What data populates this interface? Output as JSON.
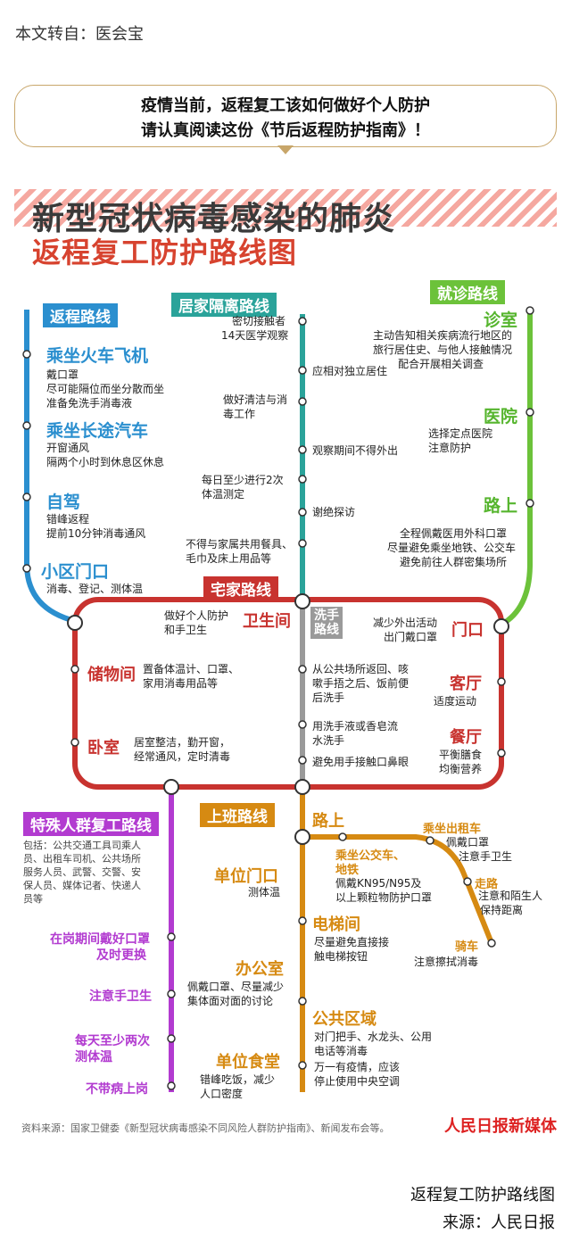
{
  "header": {
    "note": "本文转自：医会宝",
    "banner_line1": "疫情当前，返程复工该如何做好个人防护",
    "banner_line2": "请认真阅读这份《节后返程防护指南》！"
  },
  "poster": {
    "title1": "新型冠状病毒感染的肺炎",
    "title2": "返程复工防护路线图",
    "return_route": {
      "label": "返程路线",
      "stops": [
        {
          "name": "乘坐火车飞机",
          "desc": [
            "戴口罩",
            "尽可能隔位而坐分散而坐",
            "准备免洗手消毒液"
          ]
        },
        {
          "name": "乘坐长途汽车",
          "desc": [
            "开窗通风",
            "隔两个小时到休息区休息"
          ]
        },
        {
          "name": "自驾",
          "desc": [
            "错峰返程",
            "提前10分钟消毒通风"
          ]
        },
        {
          "name": "小区门口",
          "desc": [
            "消毒、登记、测体温"
          ]
        }
      ]
    },
    "isolation_route": {
      "label": "居家隔离路线",
      "left": [
        [
          "密切接触者",
          "14天医学观察"
        ],
        [
          "做好清洁与消",
          "毒工作"
        ],
        [
          "每日至少进行2次",
          "体温测定"
        ],
        [
          "不得与家属共用餐具、",
          "毛巾及床上用品等"
        ]
      ],
      "right": [
        "应相对独立居住",
        "观察期间不得外出",
        "谢绝探访"
      ]
    },
    "clinic_route": {
      "label": "就诊路线",
      "stops": [
        {
          "name": "诊室",
          "desc": [
            "主动告知相关疾病流行地区的",
            "旅行居住史、与他人接触情况",
            "配合开展相关调查"
          ]
        },
        {
          "name": "医院",
          "desc": [
            "选择定点医院",
            "注意防护"
          ]
        },
        {
          "name": "路上",
          "desc": [
            "全程佩戴医用外科口罩",
            "尽量避免乘坐地铁、公交车",
            "避免前往人群密集场所"
          ]
        }
      ]
    },
    "home_route": {
      "label": "宅家路线",
      "bathroom": "卫生间",
      "bathroom_desc": [
        "做好个人防护",
        "和手卫生"
      ],
      "storage": "储物间",
      "storage_desc": [
        "置备体温计、口罩、",
        "家用消毒用品等"
      ],
      "bedroom": "卧室",
      "bedroom_desc": [
        "居室整洁，勤开窗，",
        "经常通风，定时清毒"
      ],
      "wash_label": [
        "洗手",
        "路线"
      ],
      "wash_items": [
        [
          "从公共场所返回、咳",
          "嗽手捂之后、饭前便",
          "后洗手"
        ],
        [
          "用洗手液或香皂流",
          "水洗手"
        ],
        [
          "避免用手接触口鼻眼"
        ]
      ],
      "door": "门口",
      "door_desc": [
        "减少外出活动",
        "出门戴口罩"
      ],
      "living": "客厅",
      "living_desc": [
        "适度运动"
      ],
      "dining": "餐厅",
      "dining_desc": [
        "平衡膳食",
        "均衡营养"
      ]
    },
    "special_route": {
      "label": "特殊人群复工路线",
      "intro": [
        "包括：公共交通工具司乘人",
        "员、出租车司机、公共场所",
        "服务人员、武警、交警、安",
        "保人员、媒体记者、快递人",
        "员等"
      ],
      "items": [
        [
          "在岗期间戴好口罩",
          "及时更换"
        ],
        [
          "注意手卫生"
        ],
        [
          "每天至少两次",
          "测体温"
        ],
        [
          "不带病上岗"
        ]
      ]
    },
    "work_route": {
      "label": "上班路线",
      "left": [
        {
          "name": "单位门口",
          "desc": [
            "测体温"
          ]
        },
        {
          "name": "办公室",
          "desc": [
            "佩戴口罩、尽量减少",
            "集体面对面的讨论"
          ]
        },
        {
          "name": "单位食堂",
          "desc": [
            "错峰吃饭，减少",
            "人口密度"
          ]
        }
      ],
      "road": "路上",
      "bus": [
        "乘坐公交车、",
        "地铁"
      ],
      "bus_desc": [
        "佩戴KN95/N95及",
        "以上颗粒物防护口罩"
      ],
      "taxi": "乘坐出租车",
      "taxi_desc": [
        "佩戴口罩",
        "注意手卫生"
      ],
      "walk": "走路",
      "walk_desc": [
        "注意和陌生人",
        "保持距离"
      ],
      "bike": "骑车",
      "bike_desc": [
        "注意擦拭消毒"
      ],
      "elevator": "电梯间",
      "elevator_desc": [
        "尽量避免直接接",
        "触电梯按钮"
      ],
      "public": "公共区域",
      "public_desc": [
        "对门把手、水龙头、公用",
        "电话等消毒",
        "万一有疫情，应该",
        "停止使用中央空调"
      ]
    },
    "source": "资料来源：国家卫健委《新型冠状病毒感染不同风险人群防护指南》、新闻发布会等。",
    "logo": "人民日报新媒体",
    "colors": {
      "blue": "#2b8fcf",
      "teal": "#2aa39a",
      "green": "#6cc23a",
      "red": "#c8332f",
      "gray": "#9a9a9a",
      "purple": "#b23bd0",
      "orange": "#d68a12"
    }
  },
  "caption": {
    "line1": "返程复工防护路线图",
    "line2": "来源：人民日报"
  }
}
